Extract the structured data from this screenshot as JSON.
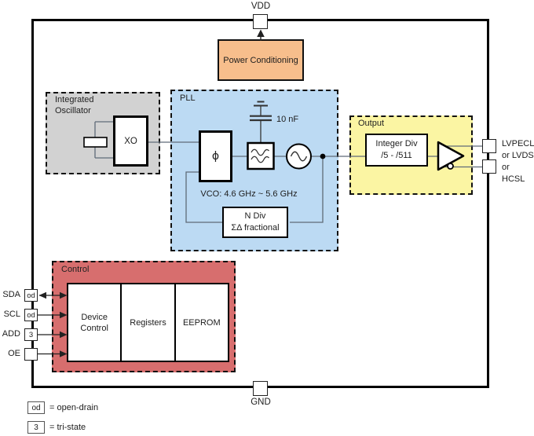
{
  "pins": {
    "vdd": "VDD",
    "gnd": "GND",
    "left": [
      {
        "name": "SDA",
        "type": "od",
        "direction": "bidirectional"
      },
      {
        "name": "SCL",
        "type": "od",
        "direction": "in"
      },
      {
        "name": "ADD",
        "type": "3",
        "direction": "in"
      },
      {
        "name": "OE",
        "type": "",
        "direction": "in"
      }
    ],
    "output_labels": [
      "LVPECL",
      "or LVDS",
      "or HCSL"
    ]
  },
  "blocks": {
    "power_conditioning": {
      "label": "Power Conditioning"
    },
    "integrated_oscillator": {
      "title": "Integrated Oscillator",
      "xo": "XO"
    },
    "pll": {
      "title": "PLL",
      "phase_detector_symbol": "ϕ",
      "cap_label": "10 nF",
      "vco_range": "VCO: 4.6 GHz ~ 5.6 GHz",
      "n_div_line1": "N Div",
      "n_div_line2": "ΣΔ fractional"
    },
    "output": {
      "title": "Output",
      "divider_line1": "Integer Div",
      "divider_line2": "/5 - /511"
    },
    "control": {
      "title": "Control",
      "sections": [
        "Device Control",
        "Registers",
        "EEPROM"
      ]
    }
  },
  "legend": [
    {
      "symbol": "od",
      "meaning": "= open-drain"
    },
    {
      "symbol": "3",
      "meaning": "= tri-state"
    }
  ],
  "colors": {
    "power": "#F7BE8C",
    "oscillator": "#D2D2D2",
    "pll": "#BCDAF3",
    "output": "#FBF5A3",
    "control": "#D76E6E",
    "line": "#5f6b78",
    "border": "#000000"
  }
}
